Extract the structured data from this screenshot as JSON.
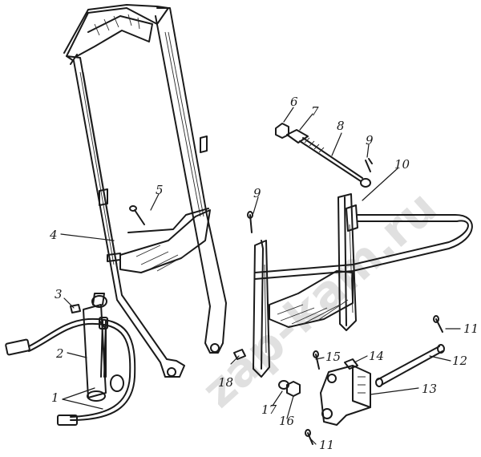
{
  "watermark": "zap-kam.ru",
  "callouts": {
    "c1": "1",
    "c2": "2",
    "c3": "3",
    "c4": "4",
    "c5": "5",
    "c6": "6",
    "c7": "7",
    "c8": "8",
    "c9a": "9",
    "c9b": "9",
    "c10": "10",
    "c11a": "11",
    "c11b": "11",
    "c12": "12",
    "c13": "13",
    "c14": "14",
    "c15": "15",
    "c16": "16",
    "c17": "17",
    "c18": "18"
  }
}
